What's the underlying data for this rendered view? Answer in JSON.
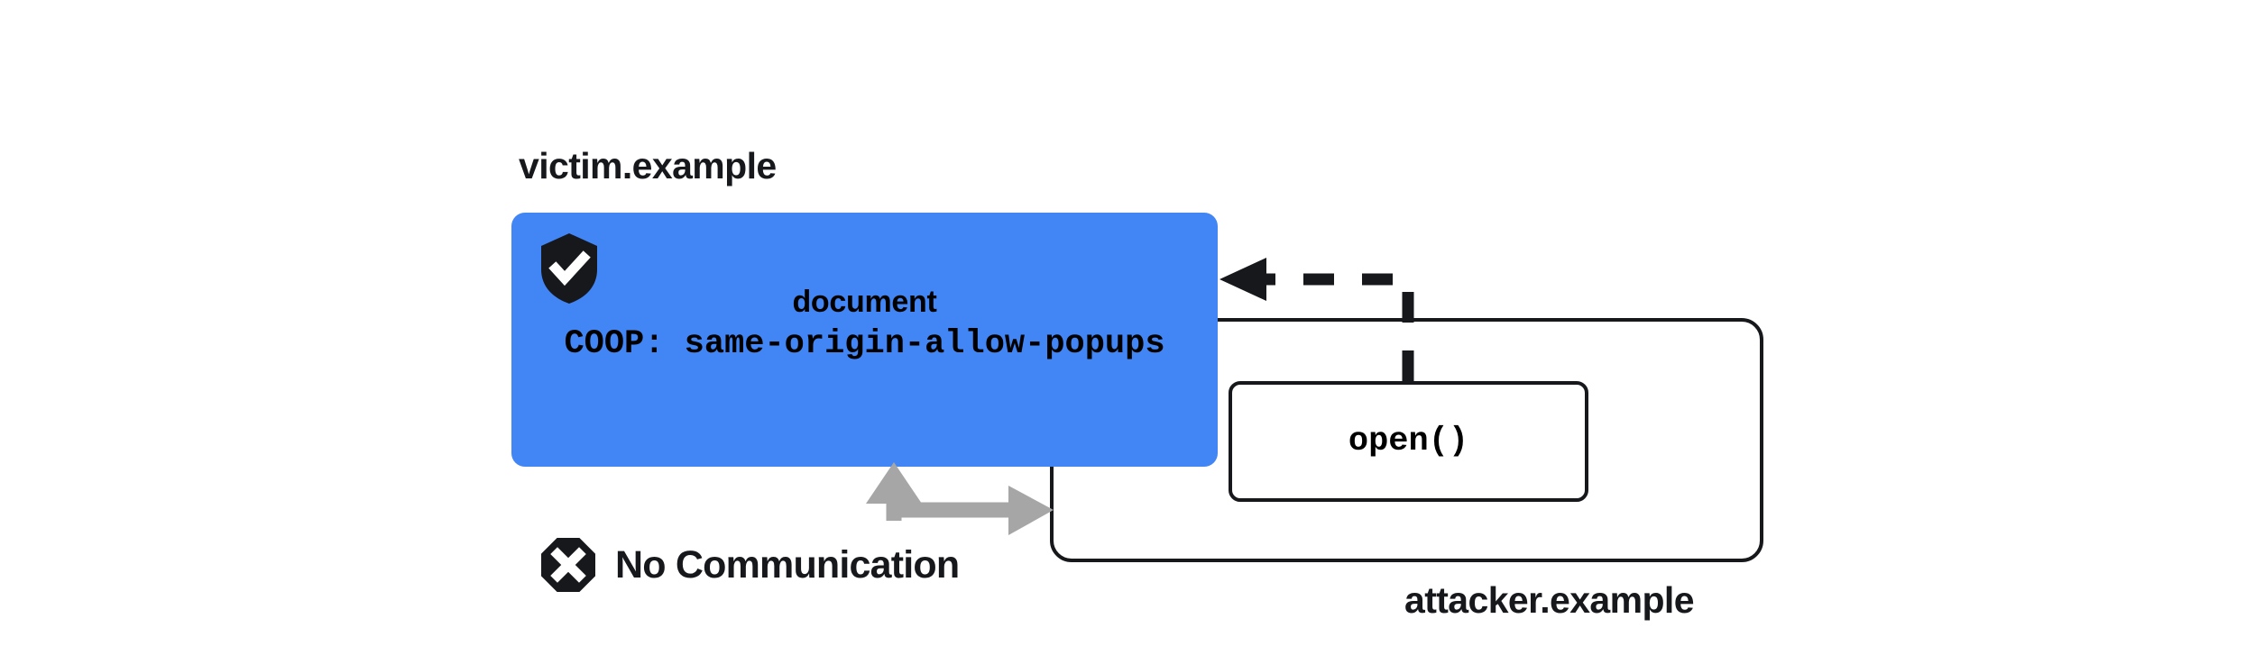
{
  "diagram": {
    "title_victim": "victim.example",
    "title_attacker": "attacker.example",
    "victim_document": {
      "heading": "document",
      "header_line": "COOP: same-origin-allow-popups",
      "shield_icon": "shield-check-icon",
      "fill_color": "#4285F4"
    },
    "attacker": {
      "popup_call_label": "open()"
    },
    "annotations": {
      "no_communication_label": "No Communication",
      "no_communication_icon": "octagon-x-icon",
      "no_communication_color": "#A6A6A6"
    },
    "colors": {
      "blue": "#4285F4",
      "ink": "#16181C",
      "gray_arrow": "#A6A6A6",
      "background": "#FFFFFF"
    }
  }
}
